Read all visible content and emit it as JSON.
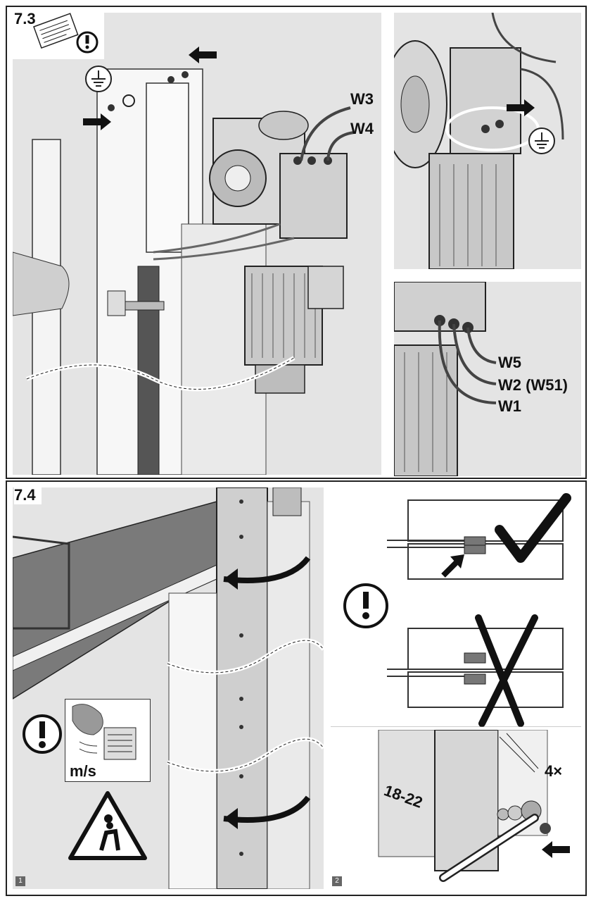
{
  "section_a": {
    "step_number": "7.3",
    "cable_labels": [
      "W3",
      "W4",
      "W5",
      "W2 (W51)",
      "W1"
    ],
    "icons": [
      "manual-warning-icon",
      "ground-symbol-icon",
      "push-arrow-icon"
    ]
  },
  "section_b": {
    "step_number": "7.4",
    "wind_speed_unit": "m/s",
    "distance_label": "18-22",
    "count_label": "4×",
    "sub_steps": [
      "1",
      "2"
    ],
    "icons": [
      "exclamation-icon",
      "falling-object-warning-icon",
      "checkmark-icon",
      "cross-icon",
      "curved-arrow-icon"
    ]
  }
}
